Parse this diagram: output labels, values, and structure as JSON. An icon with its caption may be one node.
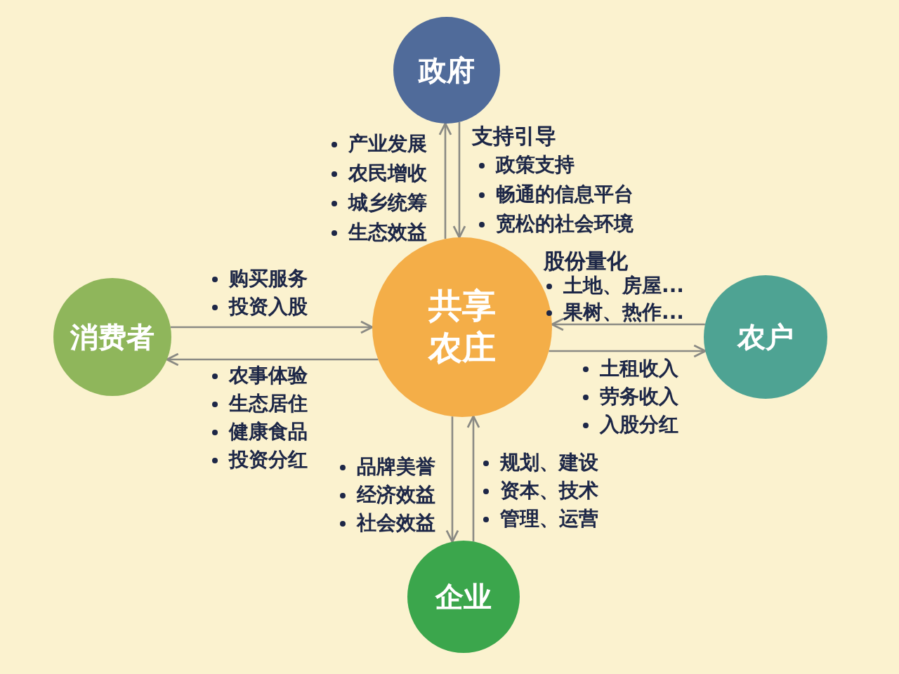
{
  "diagram": {
    "nodes": [
      {
        "text": [
          "政府"
        ]
      },
      {
        "text": [
          "消费者"
        ]
      },
      {
        "text": [
          "共享农庄"
        ]
      },
      {
        "text": [
          "农户"
        ]
      },
      {
        "text": [
          "企业"
        ]
      }
    ],
    "edges": [
      {
        "from": 2,
        "to": 0,
        "arrow": "to"
      },
      {
        "from": 0,
        "to": 2,
        "arrow": "to"
      },
      {
        "from": 1,
        "to": 2,
        "arrow": "to"
      },
      {
        "from": 2,
        "to": 1,
        "arrow": "to"
      },
      {
        "from": 3,
        "to": 2,
        "arrow": "to"
      },
      {
        "from": 2,
        "to": 3,
        "arrow": "to"
      },
      {
        "from": 2,
        "to": 4,
        "arrow": "to"
      },
      {
        "from": 4,
        "to": 2,
        "arrow": "to"
      }
    ],
    "labels": [
      "产业发展",
      "农民增收",
      "城乡统筹",
      "生态效益",
      "支持引导",
      "政策支持",
      "畅通的信息平台",
      "宽松的社会环境",
      "购买服务",
      "投资入股",
      "股份量化",
      "土地、房屋...",
      "果树、热作...",
      "农事体验",
      "生态居住",
      "健康食品",
      "投资分红",
      "土租收入",
      "劳务收入",
      "入股分红",
      "品牌美誉",
      "经济效益",
      "社会效益",
      "规划、建设",
      "资本、技术",
      "管理、运营"
    ]
  }
}
